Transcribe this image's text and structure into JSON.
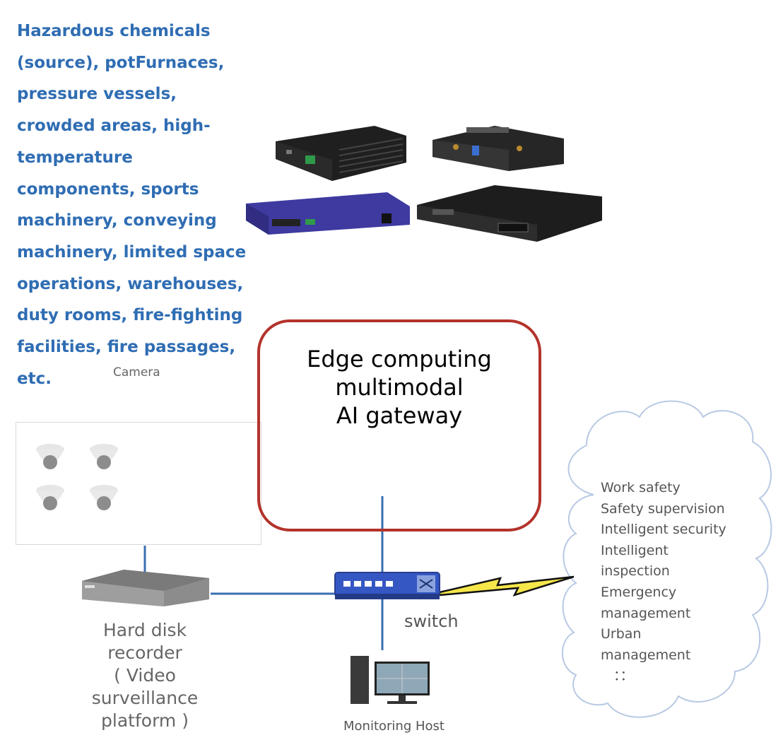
{
  "hazard_text": "Hazardous chemicals (source), potFurnaces, pressure vessels, crowded areas, high-temperature components, sports machinery, conveying machinery, limited space operations, warehouses, duty rooms, fire-fighting facilities, fire passages, etc.",
  "camera_caption": "Camera",
  "gateway_title_lines": [
    "Edge computing",
    "multimodal",
    "AI gateway"
  ],
  "switch_label": "switch",
  "nvr_label": "Hard disk\nrecorder\n( Video\nsurveillance\nplatform )",
  "host_label": "Monitoring Host",
  "cloud_items": [
    "Work safety",
    "Safety supervision",
    "Intelligent security",
    "Intelligent",
    "inspection",
    "Emergency",
    "management",
    "Urban",
    "management",
    "   ：："
  ],
  "colors": {
    "hazard_text": "#2f6db3",
    "gateway_border": "#b3332b",
    "connector": "#3a6fb0",
    "lightning": "#f5e64a",
    "cloud_stroke": "#b8c9e3",
    "switch_body": "#3557c4"
  },
  "icons": [
    "edge-device-fanless-icon",
    "edge-device-mini-pc-icon",
    "edge-device-rack-blue-icon",
    "edge-device-rack-black-icon",
    "dome-camera-icon",
    "nvr-recorder-icon",
    "network-switch-icon",
    "monitoring-host-icon",
    "cloud-icon",
    "lightning-link-icon"
  ]
}
